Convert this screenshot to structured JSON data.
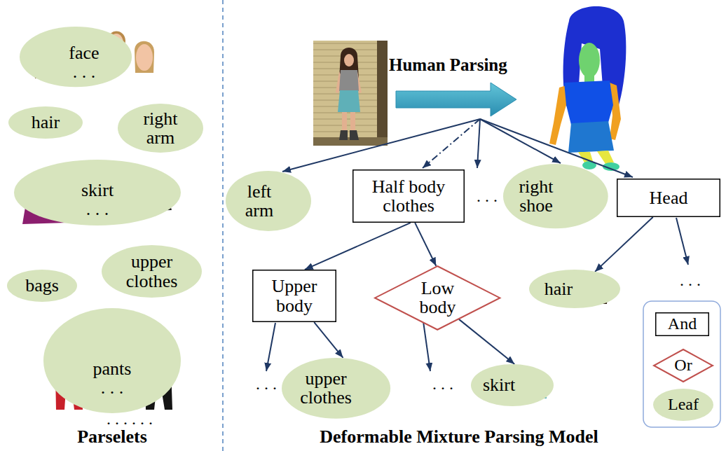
{
  "diagram": {
    "nodes": [
      {
        "text": [
          "face",
          ". . ."
        ]
      },
      {
        "text": [
          "hair"
        ]
      },
      {
        "text": [
          "right arm"
        ]
      },
      {
        "text": [
          "skirt",
          ". . ."
        ]
      },
      {
        "text": [
          "bags"
        ]
      },
      {
        "text": [
          "upper clothes"
        ]
      },
      {
        "text": [
          "pants",
          ". . ."
        ]
      },
      {
        "text": [
          "left arm"
        ]
      },
      {
        "text": [
          "Half body clothes"
        ]
      },
      {
        "text": [
          "right shoe"
        ]
      },
      {
        "text": [
          "Head"
        ]
      },
      {
        "text": [
          "Upper body"
        ]
      },
      {
        "text": [
          "Low body"
        ]
      },
      {
        "text": [
          "hair"
        ]
      },
      {
        "text": [
          "upper clothes"
        ]
      },
      {
        "text": [
          "skirt"
        ]
      }
    ],
    "edges": [
      {
        "from": 8,
        "to": 11,
        "arrow": "to"
      },
      {
        "from": 8,
        "to": 12,
        "arrow": "to"
      },
      {
        "from": 11,
        "to": 14,
        "arrow": "to"
      },
      {
        "from": 12,
        "to": 15,
        "arrow": "to"
      },
      {
        "from": 10,
        "to": 13,
        "arrow": "to"
      }
    ],
    "labels": [
      "Human Parsing",
      ". . .",
      ". . .",
      ". . .",
      ". . .",
      ". . . . . .",
      "Parselets",
      "Deformable Mixture Parsing Model"
    ],
    "legend": [
      {
        "text": "And"
      },
      {
        "text": "Or"
      },
      {
        "text": "Leaf"
      }
    ]
  }
}
